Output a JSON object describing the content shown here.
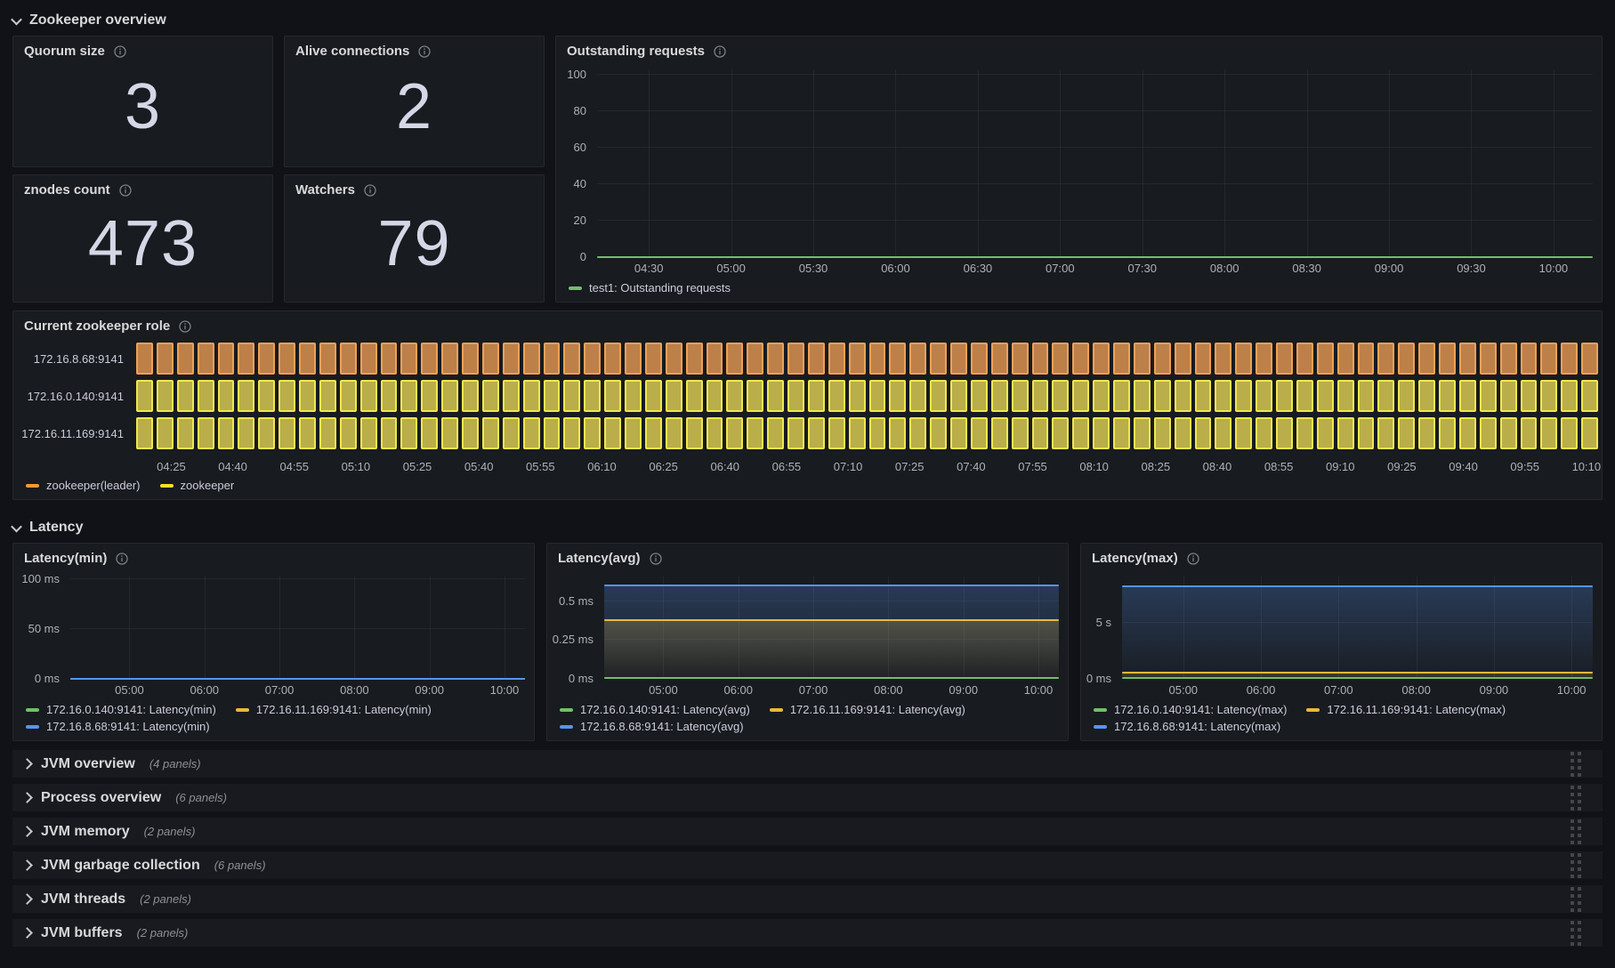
{
  "sections": {
    "overview": {
      "title": "Zookeeper overview"
    },
    "latency": {
      "title": "Latency"
    }
  },
  "stats": [
    {
      "title": "Quorum size",
      "value": "3"
    },
    {
      "title": "Alive connections",
      "value": "2"
    },
    {
      "title": "znodes count",
      "value": "473"
    },
    {
      "title": "Watchers",
      "value": "79"
    }
  ],
  "outstanding": {
    "title": "Outstanding requests",
    "type": "line",
    "ymax": 103,
    "yticks": [
      {
        "v": 0,
        "label": "0"
      },
      {
        "v": 20,
        "label": "20"
      },
      {
        "v": 40,
        "label": "40"
      },
      {
        "v": 60,
        "label": "60"
      },
      {
        "v": 80,
        "label": "80"
      },
      {
        "v": 100,
        "label": "100"
      }
    ],
    "xticks": [
      "04:30",
      "05:00",
      "05:30",
      "06:00",
      "06:30",
      "07:00",
      "07:30",
      "08:00",
      "08:30",
      "09:00",
      "09:30",
      "10:00"
    ],
    "series": [
      {
        "name": "test1: Outstanding requests",
        "color": "#73bf69",
        "value": 0,
        "fill": false
      }
    ]
  },
  "role": {
    "title": "Current zookeeper role",
    "type": "state-timeline",
    "bar_count": 72,
    "rows": [
      {
        "label": "172.16.8.68:9141",
        "state": "zookeeper(leader)",
        "fill": "#bd8049",
        "border": "#eda156"
      },
      {
        "label": "172.16.0.140:9141",
        "state": "zookeeper",
        "fill": "#b9ae49",
        "border": "#f0e74f"
      },
      {
        "label": "172.16.11.169:9141",
        "state": "zookeeper",
        "fill": "#b9ae49",
        "border": "#f0e74f"
      }
    ],
    "xticks": [
      "04:25",
      "04:40",
      "04:55",
      "05:10",
      "05:25",
      "05:40",
      "05:55",
      "06:10",
      "06:25",
      "06:40",
      "06:55",
      "07:10",
      "07:25",
      "07:40",
      "07:55",
      "08:10",
      "08:25",
      "08:40",
      "08:55",
      "09:10",
      "09:25",
      "09:40",
      "09:55",
      "10:10"
    ],
    "legend": [
      {
        "name": "zookeeper(leader)",
        "color": "#ff9830"
      },
      {
        "name": "zookeeper",
        "color": "#fade2a"
      }
    ]
  },
  "latency_panels": [
    {
      "title": "Latency(min)",
      "type": "line",
      "ymax": 103,
      "yticks": [
        {
          "v": 0,
          "label": "0 ms"
        },
        {
          "v": 50,
          "label": "50 ms"
        },
        {
          "v": 100,
          "label": "100 ms"
        }
      ],
      "xticks": [
        "05:00",
        "06:00",
        "07:00",
        "08:00",
        "09:00",
        "10:00"
      ],
      "series": [
        {
          "name": "172.16.0.140:9141: Latency(min)",
          "color": "#73bf69",
          "value": 0,
          "fill": false
        },
        {
          "name": "172.16.11.169:9141: Latency(min)",
          "color": "#eab839",
          "value": 0,
          "fill": false
        },
        {
          "name": "172.16.8.68:9141: Latency(min)",
          "color": "#5794f2",
          "value": 0,
          "fill": false
        }
      ]
    },
    {
      "title": "Latency(avg)",
      "type": "line",
      "ymax": 0.66,
      "yticks": [
        {
          "v": 0,
          "label": "0 ms"
        },
        {
          "v": 0.25,
          "label": "0.25 ms"
        },
        {
          "v": 0.5,
          "label": "0.5 ms"
        }
      ],
      "xticks": [
        "05:00",
        "06:00",
        "07:00",
        "08:00",
        "09:00",
        "10:00"
      ],
      "series": [
        {
          "name": "172.16.0.140:9141: Latency(avg)",
          "color": "#73bf69",
          "value": 0.004,
          "fill": false
        },
        {
          "name": "172.16.11.169:9141: Latency(avg)",
          "color": "#eab839",
          "value": 0.38,
          "fill": true
        },
        {
          "name": "172.16.8.68:9141: Latency(avg)",
          "color": "#5794f2",
          "value": 0.6,
          "fill": true
        }
      ]
    },
    {
      "title": "Latency(max)",
      "type": "line",
      "ymax": 9.1,
      "yticks": [
        {
          "v": 0,
          "label": "0 ms"
        },
        {
          "v": 5,
          "label": "5 s"
        }
      ],
      "xticks": [
        "05:00",
        "06:00",
        "07:00",
        "08:00",
        "09:00",
        "10:00"
      ],
      "series": [
        {
          "name": "172.16.0.140:9141: Latency(max)",
          "color": "#73bf69",
          "value": 0.08,
          "fill": false
        },
        {
          "name": "172.16.11.169:9141: Latency(max)",
          "color": "#eab839",
          "value": 0.55,
          "fill": true
        },
        {
          "name": "172.16.8.68:9141: Latency(max)",
          "color": "#5794f2",
          "value": 8.2,
          "fill": true
        }
      ]
    }
  ],
  "collapsed_rows": [
    {
      "title": "JVM overview",
      "count": "(4 panels)"
    },
    {
      "title": "Process overview",
      "count": "(6 panels)"
    },
    {
      "title": "JVM memory",
      "count": "(2 panels)"
    },
    {
      "title": "JVM garbage collection",
      "count": "(6 panels)"
    },
    {
      "title": "JVM threads",
      "count": "(2 panels)"
    },
    {
      "title": "JVM buffers",
      "count": "(2 panels)"
    }
  ]
}
